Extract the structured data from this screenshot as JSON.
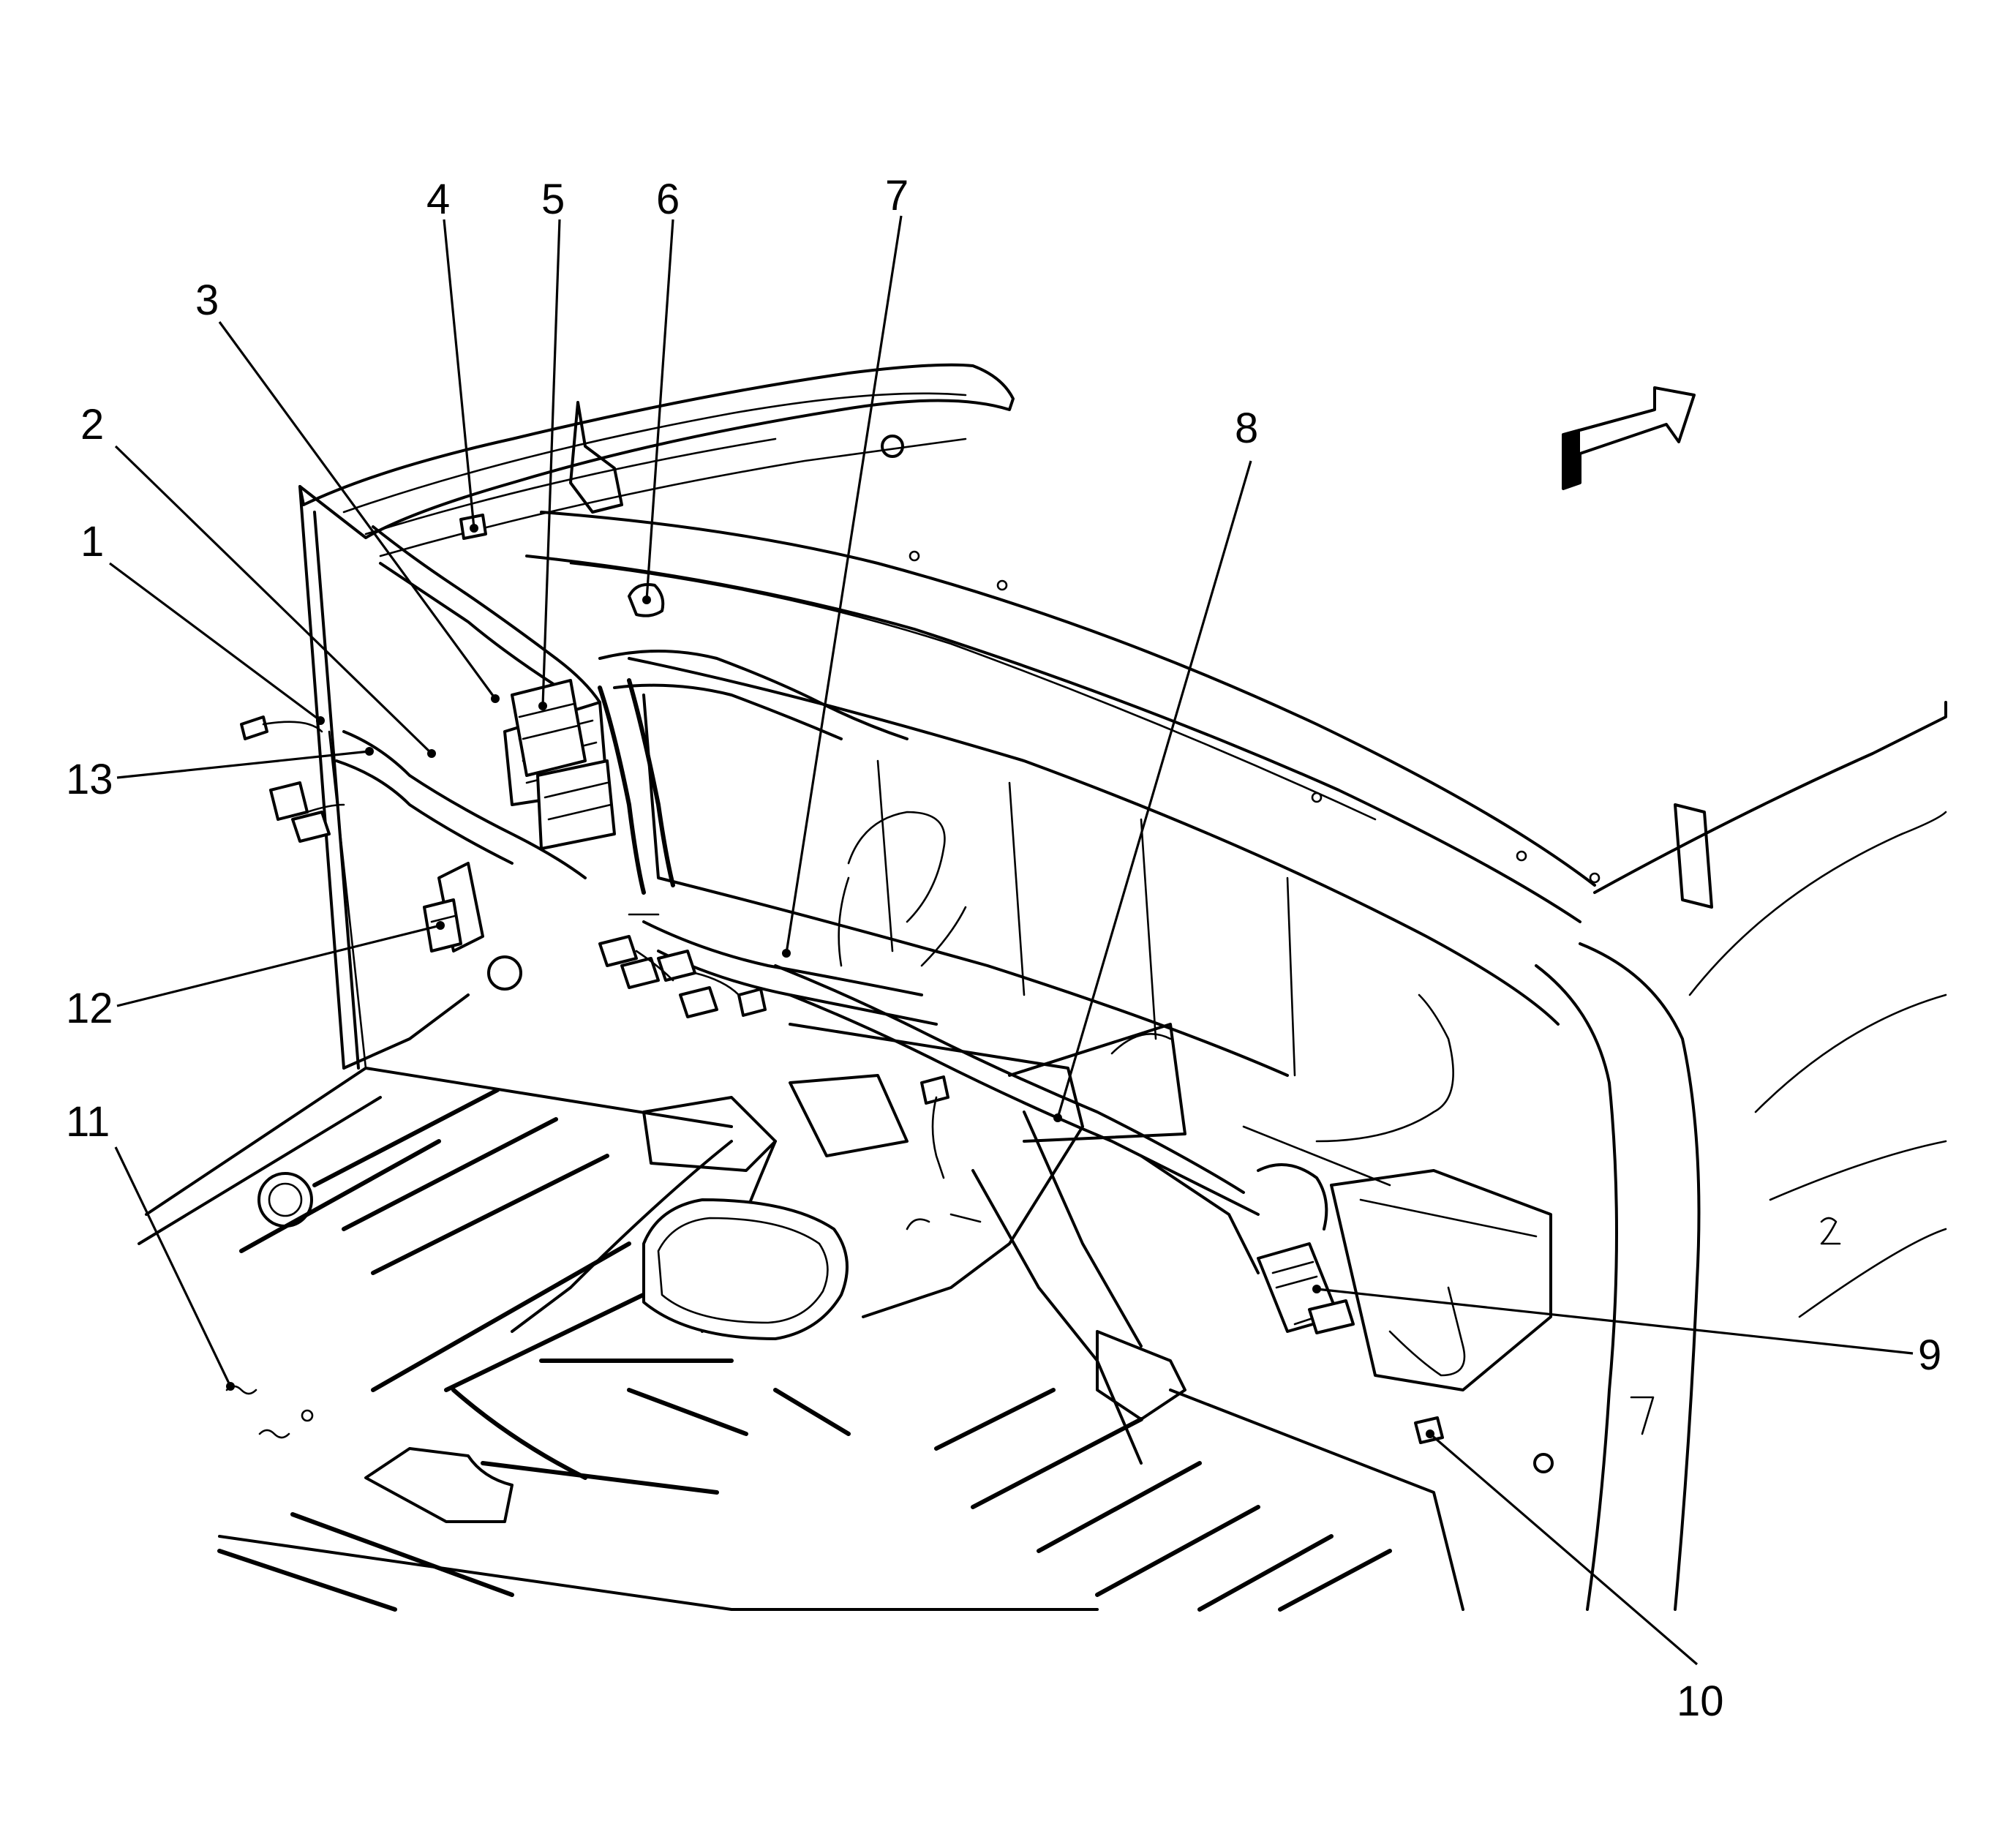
{
  "diagram": {
    "callouts": [
      {
        "id": "1",
        "label": "1"
      },
      {
        "id": "2",
        "label": "2"
      },
      {
        "id": "3",
        "label": "3"
      },
      {
        "id": "4",
        "label": "4"
      },
      {
        "id": "5",
        "label": "5"
      },
      {
        "id": "6",
        "label": "6"
      },
      {
        "id": "7",
        "label": "7"
      },
      {
        "id": "8",
        "label": "8"
      },
      {
        "id": "9",
        "label": "9"
      },
      {
        "id": "10",
        "label": "10"
      },
      {
        "id": "11",
        "label": "11"
      },
      {
        "id": "12",
        "label": "12"
      },
      {
        "id": "13",
        "label": "13"
      }
    ],
    "direction_indicator": {
      "icon": "front-direction-arrow-icon"
    },
    "colors": {
      "line": "#000000",
      "background": "#ffffff"
    }
  }
}
